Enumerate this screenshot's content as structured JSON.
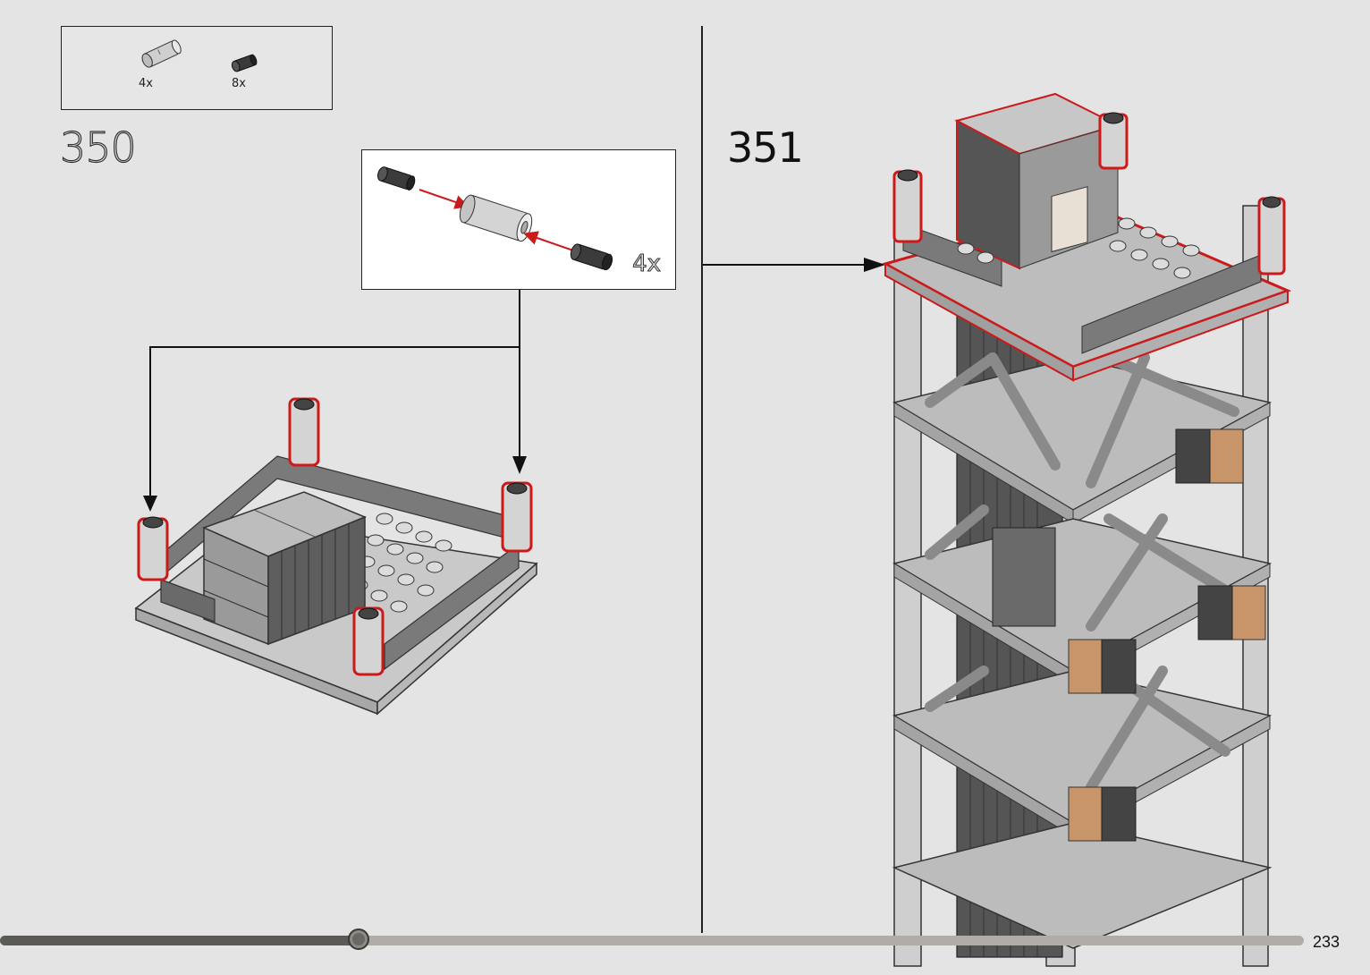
{
  "parts_list": {
    "items": [
      {
        "name": "technic-pin-connector-icon",
        "quantity": "4x"
      },
      {
        "name": "technic-pin-icon",
        "quantity": "8x"
      }
    ]
  },
  "steps": {
    "step_350": {
      "number": "350",
      "callout_quantity": "4x"
    },
    "step_351": {
      "number": "351"
    }
  },
  "progress": {
    "fraction": 0.275
  },
  "page": {
    "number": "233"
  },
  "colors": {
    "highlight": "#cc1a1a",
    "page_bg": "#e4e4e4",
    "progress_track": "#b0aca6",
    "progress_fill": "#5c5a56"
  }
}
